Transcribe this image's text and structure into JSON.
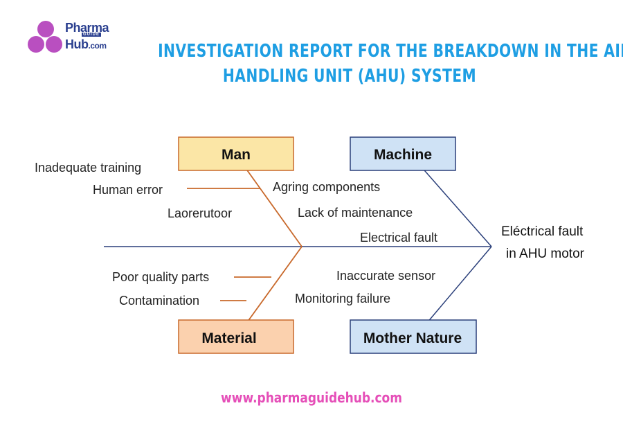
{
  "brand": {
    "name_line1": "Pharma",
    "name_badge": "GUIDE",
    "name_line2": "Hub",
    "name_suffix": ".com"
  },
  "title": {
    "line1": "INVESTIGATION REPORT FOR THE BREAKDOWN IN THE AIR",
    "line2": "HANDLING UNIT (AHU) SYSTEM"
  },
  "diagram": {
    "categories": {
      "man": "Man",
      "machine": "Machine",
      "material": "Material",
      "mother_nature": "Mother Nature"
    },
    "causes": {
      "man": [
        "Inadequate training",
        "Human error",
        "Laorerutoor"
      ],
      "machine": [
        "Agring components",
        "Lack of maintenance",
        "Electrical fault"
      ],
      "material": [
        "Poor quality parts",
        "Contamination"
      ],
      "mother_nature": [
        "Inaccurate sensor",
        "Monitoring failure"
      ]
    },
    "effect": {
      "line1": "Eléctrical fault",
      "line2": "in AHU motor"
    },
    "colors": {
      "man_box": "#fbe6a6",
      "machine_box": "#cfe2f5",
      "material_box": "#fbd1ae",
      "nature_box": "#cfe2f5",
      "man_bone": "#c8682a",
      "machine_bone": "#2a3f7a",
      "spine": "#2a3f7a"
    }
  },
  "footer": {
    "url": "www.pharmaguidehub.com"
  }
}
